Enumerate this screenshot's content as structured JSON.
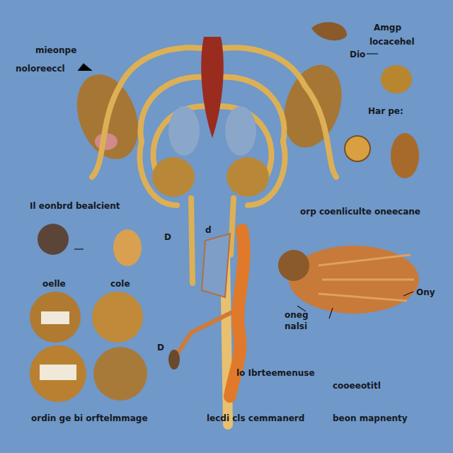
{
  "diagram": {
    "labels": [
      "mieonpe",
      "noloreeccl",
      "Amgp",
      "locacehel",
      "Dio",
      "Har pe:",
      "Il eonbrd bealcient",
      "oelle",
      "cole",
      "orp coenliculte oneecane",
      "Ony",
      "oneg",
      "nalsi",
      "lo Ibrteemenuse",
      "cooeeotitl",
      "ordin ge bi orftelmmage",
      "lecdi cls cemmanerd",
      "beon mapnenty",
      "D",
      "d",
      "D"
    ]
  }
}
